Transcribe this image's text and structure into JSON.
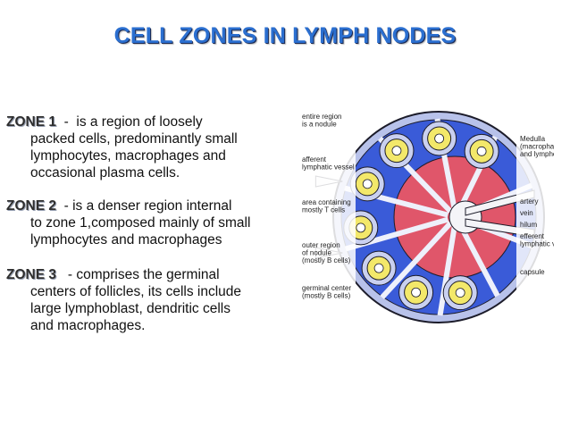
{
  "title": "CELL ZONES IN LYMPH NODES",
  "zones": [
    {
      "label": "ZONE 1",
      "first_line": "  -  is a region of loosely",
      "lines": [
        "packed cells, predominantly small",
        "lymphocytes, macrophages and",
        "occasional plasma cells."
      ]
    },
    {
      "label": "ZONE 2",
      "first_line": "  - is a denser region internal",
      "lines": [
        "to zone 1,composed mainly of small",
        "lymphocytes and macrophages"
      ]
    },
    {
      "label": "ZONE 3",
      "first_line": "   - comprises the germinal",
      "lines": [
        "centers of follicles, its cells include",
        "large lymphoblast, dendritic cells",
        "and macrophages."
      ]
    }
  ],
  "diagram": {
    "left_labels": [
      [
        "entire region",
        "is a nodule"
      ],
      [
        "afferent",
        "lymphatic vessel"
      ],
      [
        "area containing",
        "mostly T cells"
      ],
      [
        "outer region",
        "of nodule",
        "(mostly B cells)"
      ],
      [
        "germinal center",
        "(mostly B cells)"
      ]
    ],
    "right_labels": [
      [
        "Medulla",
        "(macrophages",
        "and lymphocytes)"
      ],
      [
        "artery"
      ],
      [
        "vein"
      ],
      [
        "hilum"
      ],
      [
        "efferent",
        "lymphatic vessel"
      ],
      [
        "capsule"
      ]
    ],
    "colors": {
      "cortex_blue": "#3a5bd8",
      "medulla_red": "#e0566a",
      "capsule": "#b8c2ea",
      "nodule_yellow": "#f3e86a",
      "nodule_rim": "#c9d0f0"
    }
  }
}
